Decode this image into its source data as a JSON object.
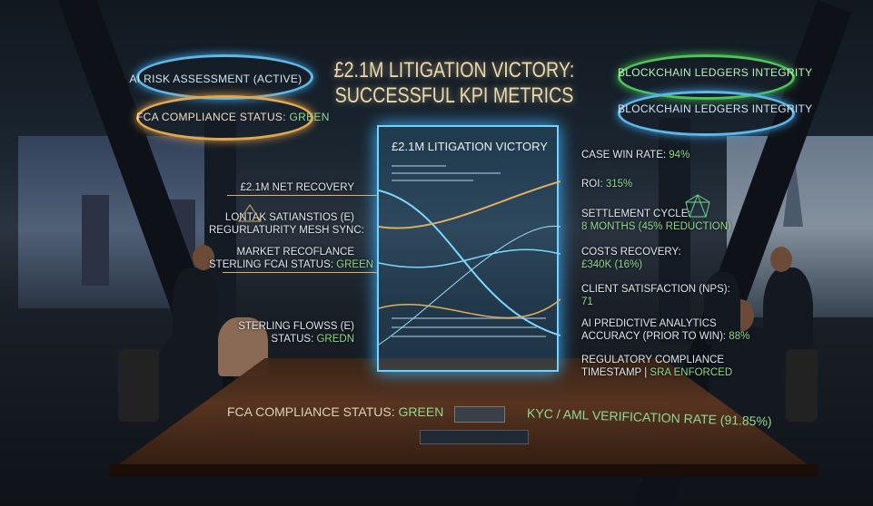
{
  "headline": {
    "line1": "£2.1M LITIGATION VICTORY:",
    "line2": "SUCCESSFUL KPI METRICS"
  },
  "rings": {
    "left_top": "AI RISK ASSESSMENT (ACTIVE)",
    "left_bottom_prefix": "FCA COMPLIANCE STATUS: ",
    "left_bottom_value": "GREEN",
    "right_top": "BLOCKCHAIN LEDGERS INTEGRITY",
    "right_bottom": "BLOCKCHAIN LEDGERS INTEGRITY"
  },
  "panel": {
    "title": "£2.1M LITIGATION VICTORY"
  },
  "left_labels": [
    {
      "text": "£2.1M NET RECOVERY"
    },
    {
      "line1": "LONTAK SATIANSTIOS (E)",
      "line2": "REGURLATURITY MESH SYNC:"
    },
    {
      "line1": "MARKET RECOFLANCE",
      "line2_prefix": "STERLING FCAI STATUS: ",
      "line2_value": "GREEN"
    },
    {
      "line1": "STERLING FLOWSS (E)",
      "line2_prefix": "STATUS: ",
      "line2_value": "GREDN"
    }
  ],
  "kpis": [
    {
      "label": "CASE WIN RATE: ",
      "value": "94%"
    },
    {
      "label": "ROI: ",
      "value": "315%"
    },
    {
      "label": "SETTLEMENT CYCLE:",
      "value": "8 MONTHS (45% REDUCTION)"
    },
    {
      "label": "COSTS RECOVERY:",
      "value": "£340K (16%)"
    },
    {
      "label": "CLIENT SATISFACTION (NPS):",
      "value": "71"
    },
    {
      "label": "AI PREDICTIVE ANALYTICS",
      "label2": "ACCURACY (PRIOR TO WIN): ",
      "value": "88%"
    },
    {
      "label": "REGULATORY COMPLIANCE",
      "label2": "TIMESTAMP | ",
      "value": "SRA ENFORCED"
    }
  ],
  "table_text": {
    "fca_prefix": "FCA COMPLIANCE STATUS: ",
    "fca_value": "GREEN",
    "kyc": "KYC / AML VERIFICATION RATE (91.85%)"
  },
  "colors": {
    "gold": "#d9b06a",
    "cyan": "#6fd2ff",
    "green": "#8fd88f",
    "title": "#e9d9b0"
  }
}
